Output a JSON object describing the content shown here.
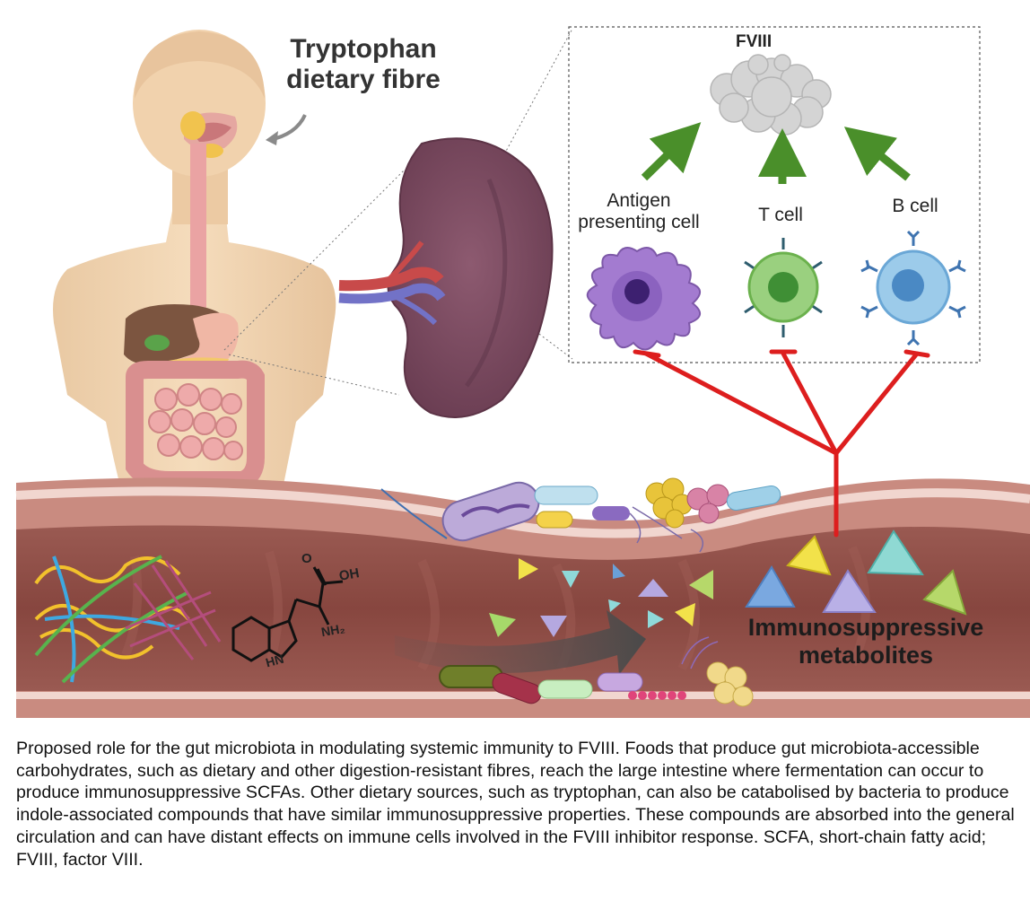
{
  "labels": {
    "title_line1": "Tryptophan",
    "title_line2": "dietary fibre",
    "fviii": "FVIII",
    "apc_line1": "Antigen",
    "apc_line2": "presenting cell",
    "tcell": "T cell",
    "bcell": "B cell",
    "immuno_line1": "Immunosuppressive",
    "immuno_line2": "metabolites",
    "chem_oh": "OH",
    "chem_o": "O",
    "chem_nh2": "NH₂",
    "chem_hn": "HN"
  },
  "caption": "Proposed role for the gut microbiota in modulating systemic immunity to FVIII. Foods that produce gut microbiota-accessible carbohydrates, such as dietary and other digestion-resistant fibres, reach the large intestine where fermentation can occur to produce immunosuppressive SCFAs. Other dietary sources, such as tryptophan, can also be catabolised by bacteria to produce indole-associated compounds that have similar immunosuppressive properties. These compounds are absorbed into the general circulation and can have distant effects on immune cells involved in the FVIII inhibitor response. SCFA, short-chain fatty acid; FVIII, factor VIII.",
  "colors": {
    "skin": "#f3d7b4",
    "spleen": "#7a4a5f",
    "gut_wall": "#c98a80",
    "gut_lumen": "#8e4f4a",
    "inhibit_line": "#dd1e1e",
    "arrow_green": "#4a8f2a",
    "apc": "#9b73c8",
    "tcell": "#8fcf75",
    "bcell": "#8fc0e6"
  },
  "icons": [
    "human-body-icon",
    "spleen-icon",
    "fviii-protein-icon",
    "antigen-presenting-cell-icon",
    "t-cell-icon",
    "b-cell-icon",
    "intestine-icon",
    "tryptophan-molecule-icon",
    "bacteria-icon",
    "metabolite-triangle-icon"
  ]
}
